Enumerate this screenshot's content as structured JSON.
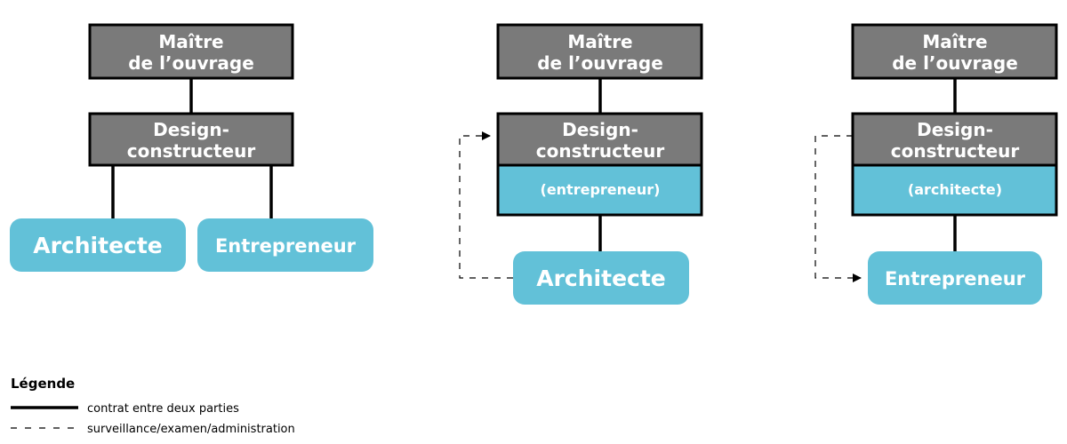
{
  "diagram1": {
    "owner_line1": "Maître",
    "owner_line2": "de l’ouvrage",
    "dc_line1": "Design-",
    "dc_line2": "constructeur",
    "architect": "Architecte",
    "contractor": "Entrepreneur"
  },
  "diagram2": {
    "owner_line1": "Maître",
    "owner_line2": "de l’ouvrage",
    "dc_line1": "Design-",
    "dc_line2": "constructeur",
    "dc_role": "(entrepreneur)",
    "consultant": "Architecte"
  },
  "diagram3": {
    "owner_line1": "Maître",
    "owner_line2": "de l’ouvrage",
    "dc_line1": "Design-",
    "dc_line2": "constructeur",
    "dc_role": "(architecte)",
    "consultant": "Entrepreneur"
  },
  "legend": {
    "title": "Légende",
    "solid_label": "contrat entre deux parties",
    "dashed_label": "surveillance/examen/administration"
  },
  "colors": {
    "node_gray": "#7a7a7a",
    "node_blue": "#62c1d8",
    "text_white": "#ffffff",
    "line": "#000000"
  }
}
